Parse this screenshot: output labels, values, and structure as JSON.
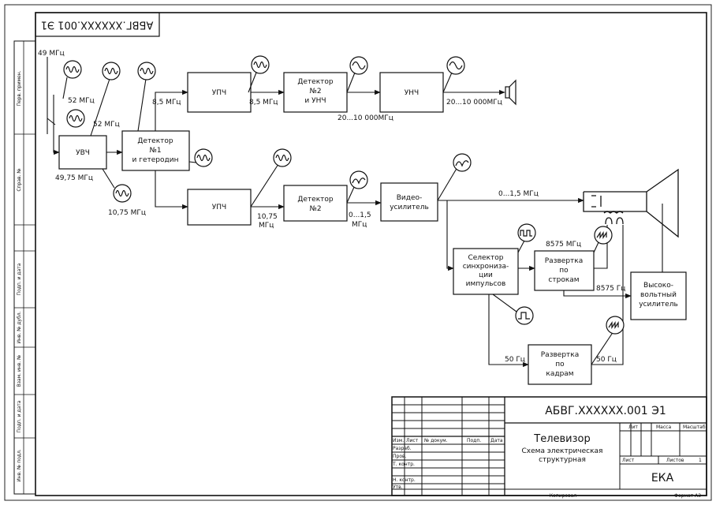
{
  "doc_code": "АБВГ.XXXXXX.001 Э1",
  "blocks": {
    "uvch": [
      "УВЧ"
    ],
    "mixer": [
      "Детектор",
      "№1",
      "и гетеродин"
    ],
    "upch_top": [
      "УПЧ"
    ],
    "upch_bottom": [
      "УПЧ"
    ],
    "det2_top": [
      "Детектор",
      "№2",
      "и УНЧ"
    ],
    "unch": [
      "УНЧ"
    ],
    "det2_bottom": [
      "Детектор",
      "№2"
    ],
    "video_amp": [
      "Видео-",
      "усилитель"
    ],
    "sync_selector": [
      "Селектор",
      "синхрониза-",
      "ции",
      "импульсов"
    ],
    "line_scan": [
      "Развертка",
      "по",
      "строкам"
    ],
    "hv_amp": [
      "Высоко-",
      "вольтный",
      "усилитель"
    ],
    "frame_scan": [
      "Развертка",
      "по",
      "кадрам"
    ]
  },
  "labels": {
    "f_49": "49 МГц",
    "f_52a": "52 МГц",
    "f_52b": "52 МГц",
    "f_49_75": "49,75 МГц",
    "f_10_75a": "10,75 МГц",
    "f_8_5a": "8,5 МГц",
    "f_8_5b": "8,5 МГц",
    "f_20_10000a": "20...10 000МГц",
    "f_20_10000b": "20...10 000МГц",
    "f_10_75b_1": "10,75",
    "f_10_75b_2": "МГц",
    "f_0_1_5_1": "0...1,5",
    "f_0_1_5_2": "МГц",
    "f_0_1_5c": "0...1,5 МГц",
    "f_8575mhz": "8575 МГц",
    "f_8575hz": "8575 Гц",
    "f_50a": "50 Гц",
    "f_50b": "50 Гц"
  },
  "side_stamps": [
    "Перв. примен.",
    "Справ. №",
    "Подп. и дата",
    "Инв. № дубл.",
    "Взам. инв. №",
    "Подп. и дата",
    "Инв. № подл."
  ],
  "title_block": {
    "code": "АБВГ.XXXXXX.001 Э1",
    "title": "Телевизор",
    "subtitle_1": "Схема электрическая",
    "subtitle_2": "структурная",
    "col_headers": [
      "Изм.",
      "Лист",
      "№ докум.",
      "Подп.",
      "Дата"
    ],
    "rows": [
      "Разраб.",
      "Пров.",
      "Т. контр.",
      "",
      "Н. контр.",
      "Утв."
    ],
    "lit": "Лит",
    "mass": "Масса",
    "scale": "Масштаб",
    "sheet": "Лист",
    "sheets": "Листов",
    "sheets_count": "1",
    "org": "ЕКА",
    "copied": "Копировал",
    "format": "Формат А3"
  }
}
